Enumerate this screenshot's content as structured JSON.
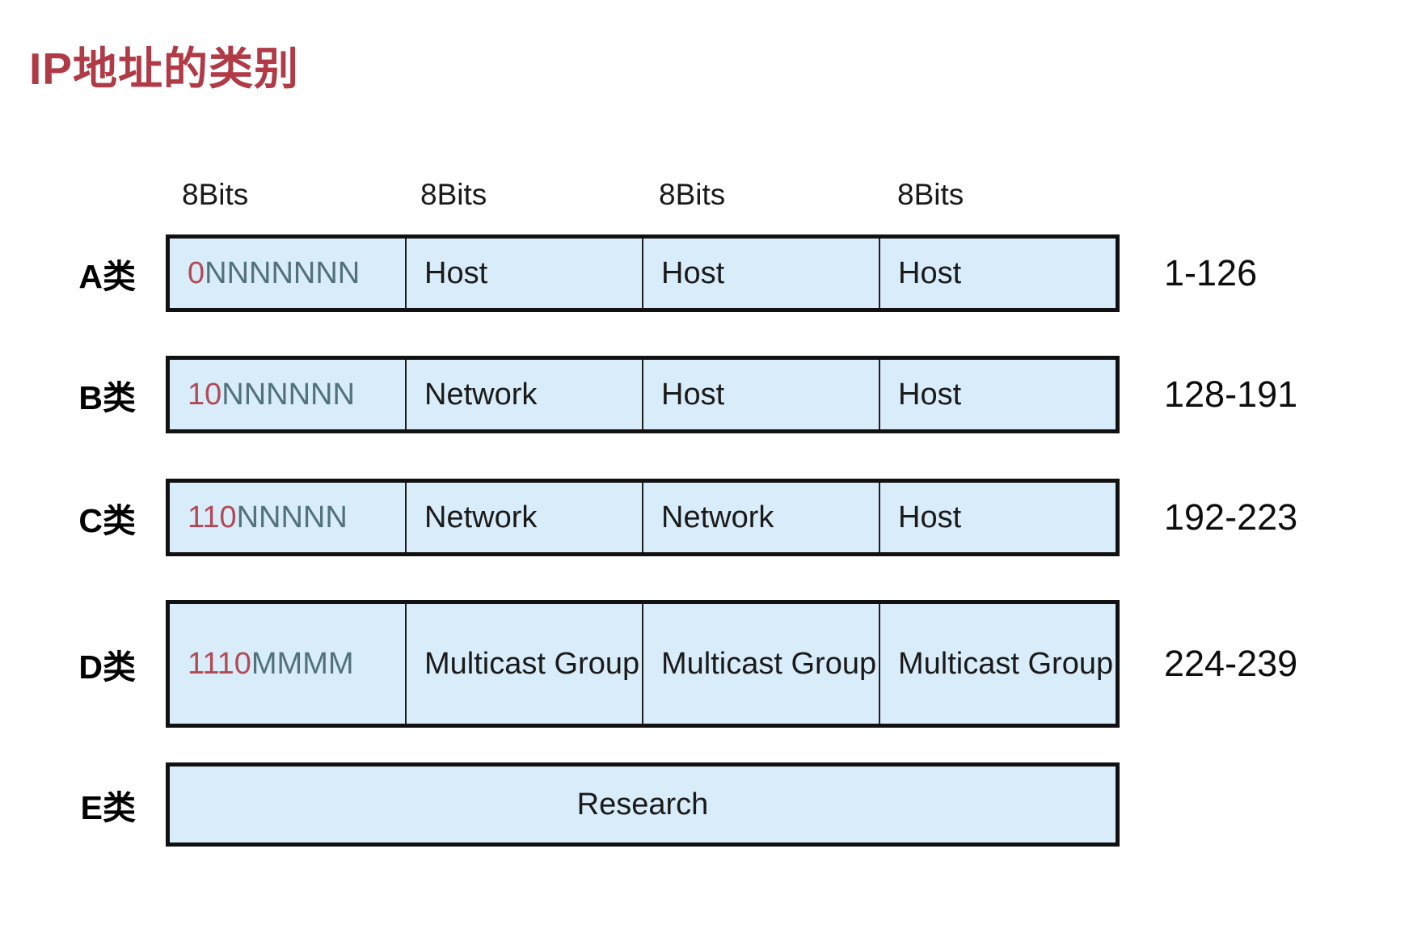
{
  "title": "IP地址的类别",
  "colors": {
    "title_color": "#b03a45",
    "prefix_color": "#b24a56",
    "letters_color": "#527179",
    "cell_bg": "#d8ecfa",
    "border_color": "#111111",
    "text_color": "#1a1a1a"
  },
  "bits_headers": [
    "8Bits",
    "8Bits",
    "8Bits",
    "8Bits"
  ],
  "rows": [
    {
      "label": "A类",
      "prefix": "0",
      "letters": "NNNNNNN",
      "cells": [
        "Host",
        "Host",
        "Host"
      ],
      "range": "1-126"
    },
    {
      "label": "B类",
      "prefix": "10",
      "letters": "NNNNNN",
      "cells": [
        "Network",
        "Host",
        "Host"
      ],
      "range": "128-191"
    },
    {
      "label": "C类",
      "prefix": "110",
      "letters": "NNNNN",
      "cells": [
        "Network",
        "Network",
        "Host"
      ],
      "range": "192-223"
    },
    {
      "label": "D类",
      "prefix": "1110",
      "letters": "MMMM",
      "cells": [
        "Multicast Group",
        "Multicast Group",
        "Multicast Group"
      ],
      "range": "224-239"
    },
    {
      "label": "E类",
      "full_text": "Research"
    }
  ]
}
